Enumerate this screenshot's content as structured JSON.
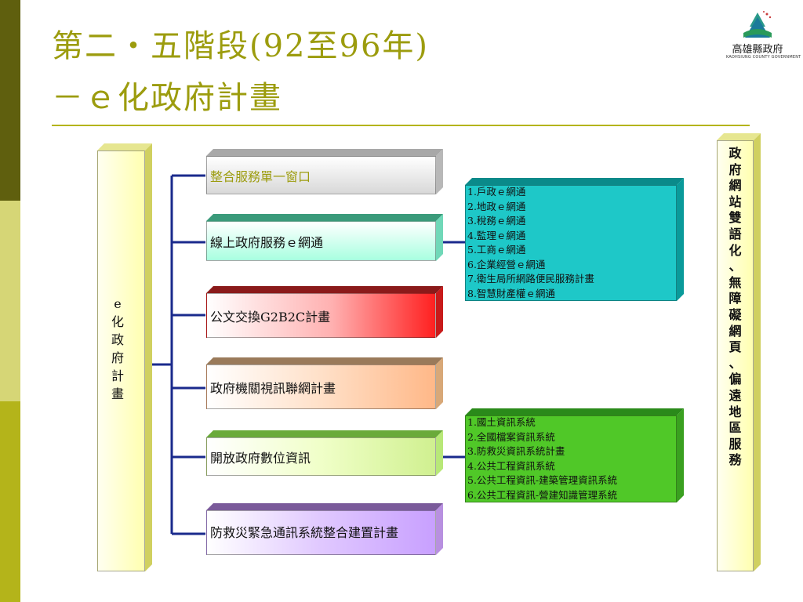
{
  "title": {
    "line1": "第二・五階段(92至96年)",
    "line2": "－ｅ化政府計畫"
  },
  "logo": {
    "name": "高雄縣政府",
    "subtitle": "KAOHSIUNG COUNTY GOVERNMENT"
  },
  "root": {
    "label": [
      "e",
      "化",
      "政",
      "府",
      "計",
      "畫"
    ]
  },
  "right_panel": {
    "label": [
      "政",
      "府",
      "網",
      "站",
      "雙",
      "語",
      "化",
      "、",
      "無",
      "障",
      "礙",
      "網",
      "頁",
      "、",
      "偏",
      "遠",
      "地",
      "區",
      "服",
      "務"
    ]
  },
  "plans": [
    {
      "label": "整合服務單一窗口"
    },
    {
      "label": "線上政府服務ｅ網通"
    },
    {
      "label": "公文交換G2B2C計畫"
    },
    {
      "label": "政府機關視訊聯網計畫"
    },
    {
      "label": "開放政府數位資訊"
    },
    {
      "label": "防救災緊急通訊系統整合建置計畫"
    }
  ],
  "details_eservice": [
    "1.戶政ｅ網通",
    "2.地政ｅ網通",
    "3.稅務ｅ網通",
    "4.監理ｅ網通",
    "5.工商ｅ網通",
    "6.企業經營ｅ網通",
    "7.衛生局所網路便民服務計畫",
    "8.智慧財產權ｅ網通"
  ],
  "details_opengov": [
    "1.國土資訊系統",
    "2.全國檔案資訊系統",
    "3.防救災資訊系統計畫",
    "4.公共工程資訊系統",
    "5.公共工程資訊-建築管理資訊系統",
    "6.公共工程資訊-營建知識管理系統"
  ],
  "colors": {
    "title": "#9c9c0e",
    "connector": "#1a2a8c",
    "root_box": "#ffffc8",
    "plan1": "#e6e6e6",
    "plan2": "#c8fff0",
    "plan3": "#ff3030",
    "plan4": "#ffd4b0",
    "plan5": "#e6ffb0",
    "plan6": "#d4b0ff",
    "details1": "#1ec8c8",
    "details2": "#50c828"
  }
}
